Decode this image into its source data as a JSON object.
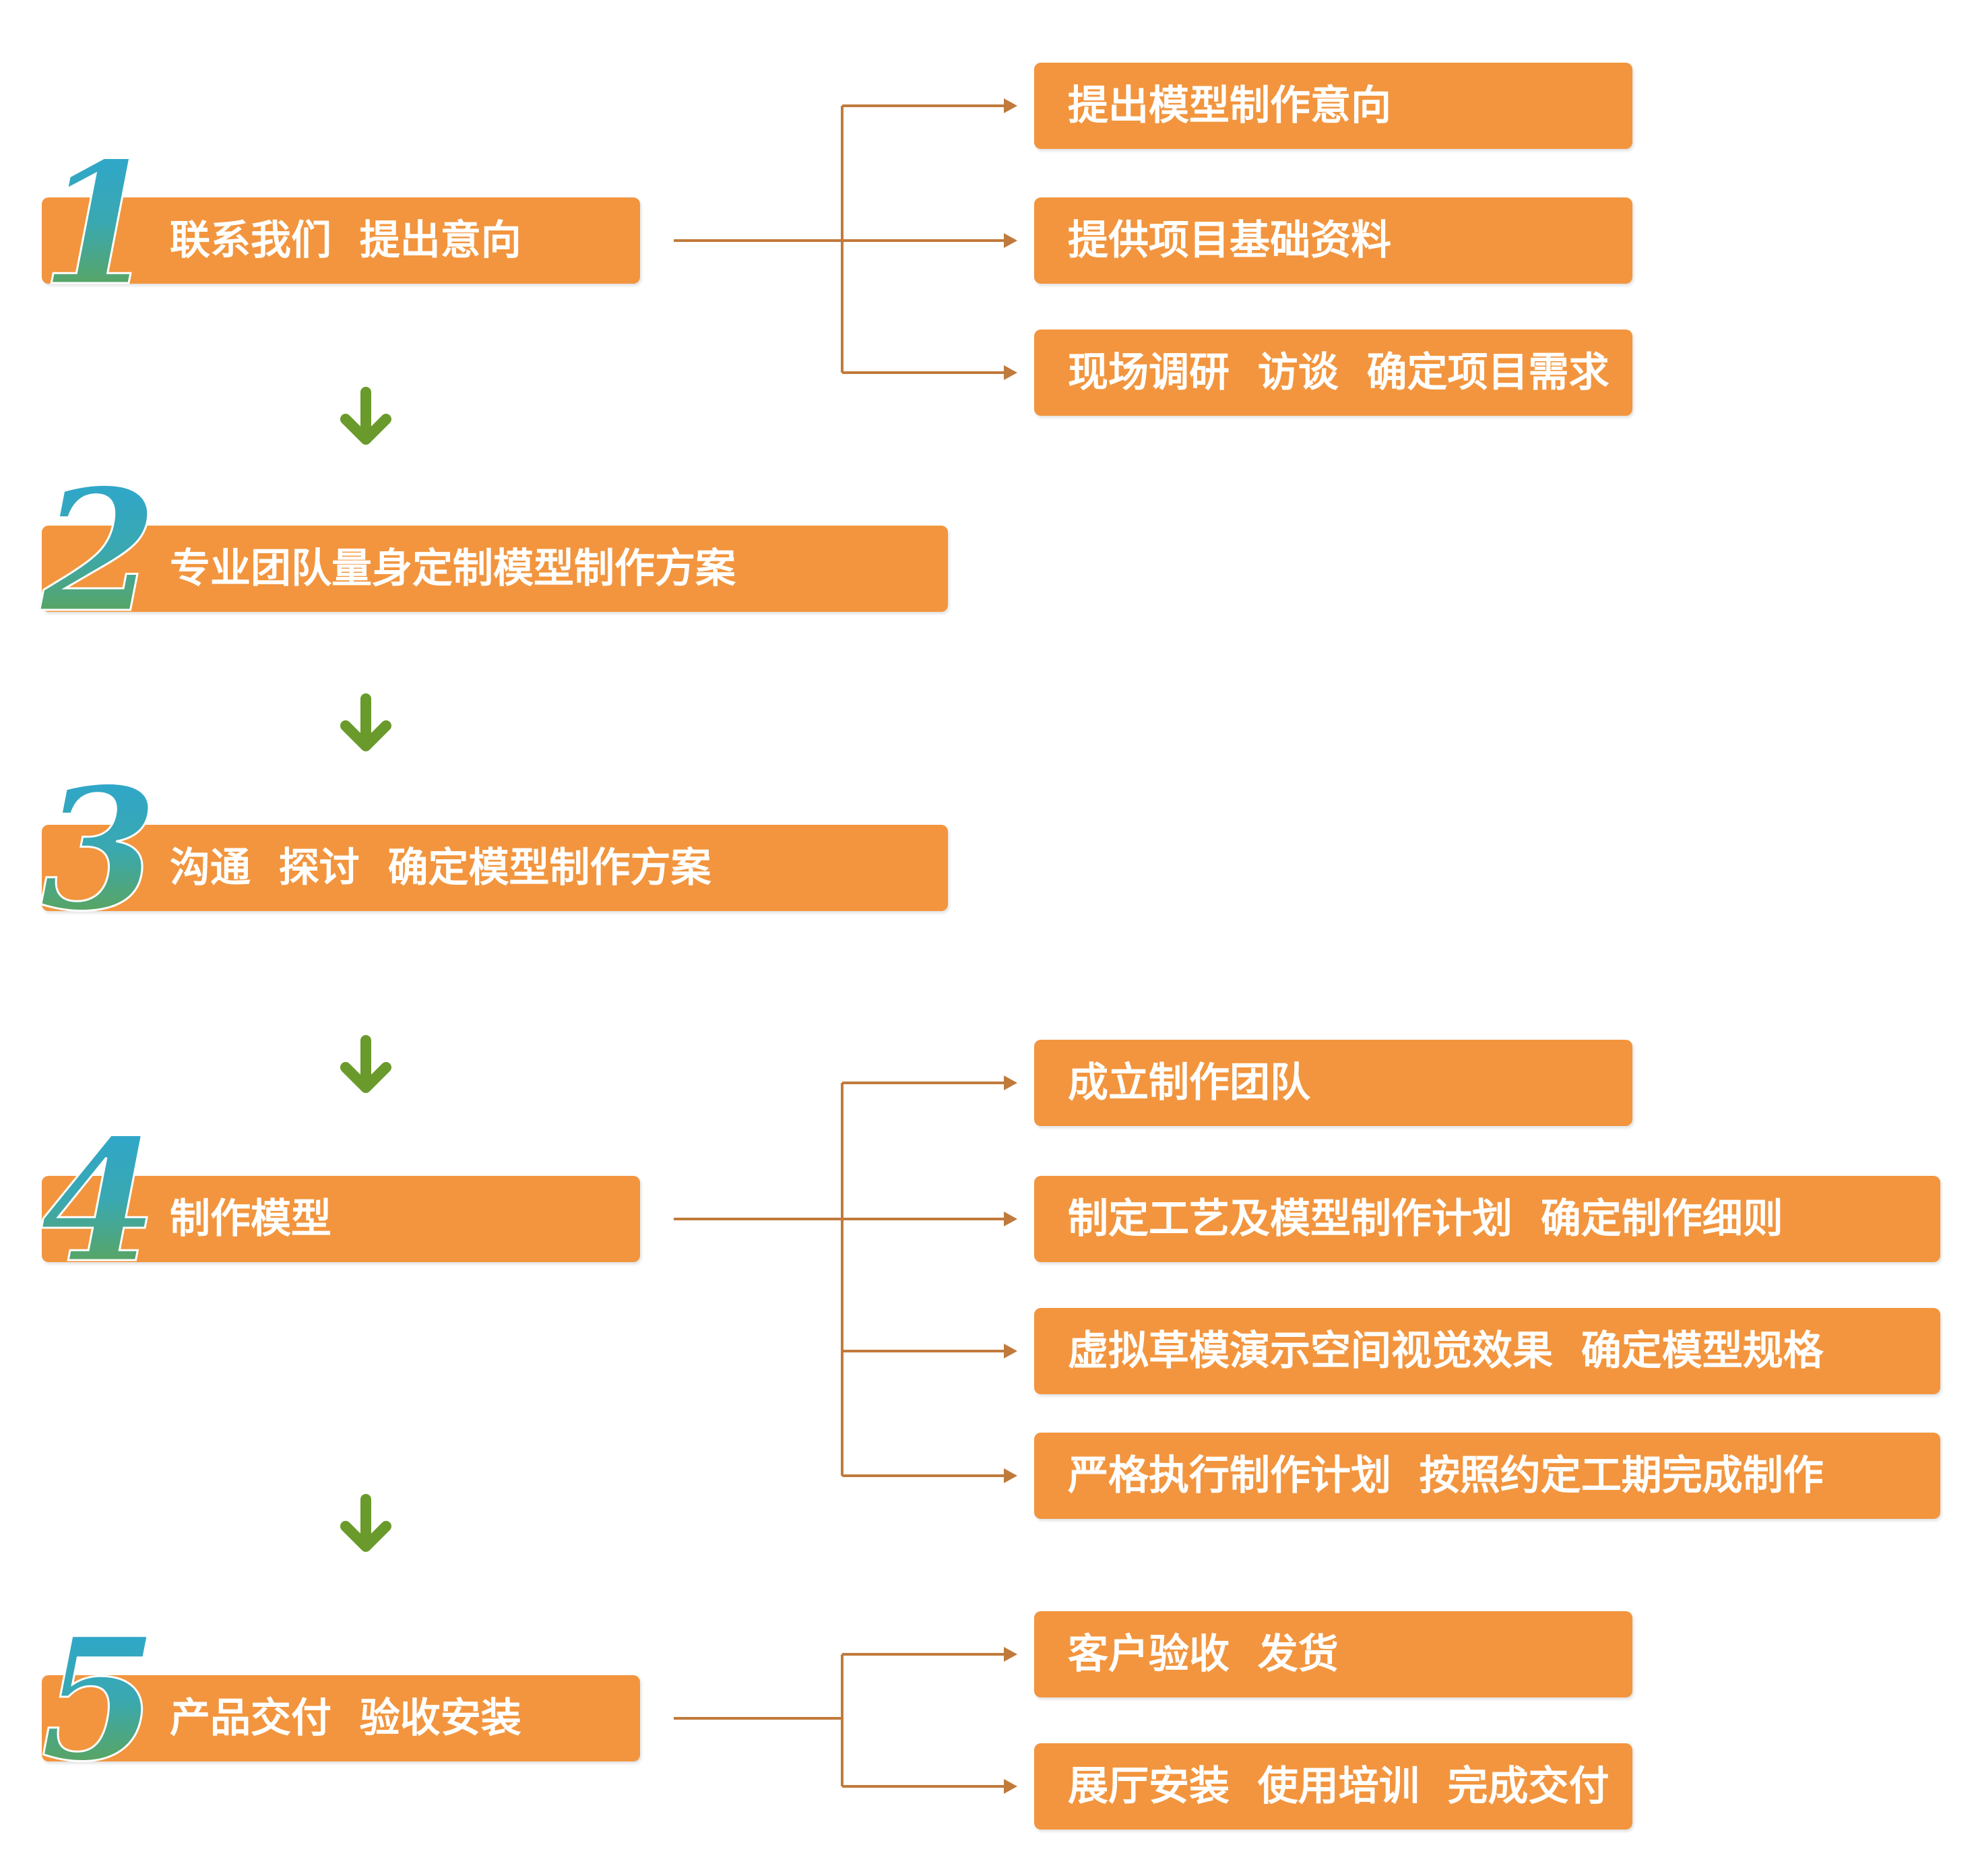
{
  "colors": {
    "box": "#f2953e",
    "connector": "#c07a3c",
    "down_arrow": "#6a9a2c",
    "number_top": "#2aa6d6",
    "number_bottom": "#6aa336"
  },
  "icons": {
    "down": "down-arrow-icon",
    "branch": "right-arrow-icon"
  },
  "steps": [
    {
      "number": "1",
      "label": "联系我们  提出意向",
      "substeps": [
        "提出模型制作意向",
        "提供项目基础资料",
        "现场调研  访谈  确定项目需求"
      ]
    },
    {
      "number": "2",
      "label": "专业团队量身定制模型制作方案",
      "substeps": []
    },
    {
      "number": "3",
      "label": "沟通  探讨  确定模型制作方案",
      "substeps": []
    },
    {
      "number": "4",
      "label": "制作模型",
      "substeps": [
        "成立制作团队",
        "制定工艺及模型制作计划  确定制作细则",
        "虚拟草模演示空间视觉效果  确定模型规格",
        "严格执行制作计划  按照约定工期完成制作"
      ]
    },
    {
      "number": "5",
      "label": "产品交付  验收安装",
      "substeps": [
        "客户验收  发货",
        "展厅安装  使用培训  完成交付"
      ]
    }
  ]
}
